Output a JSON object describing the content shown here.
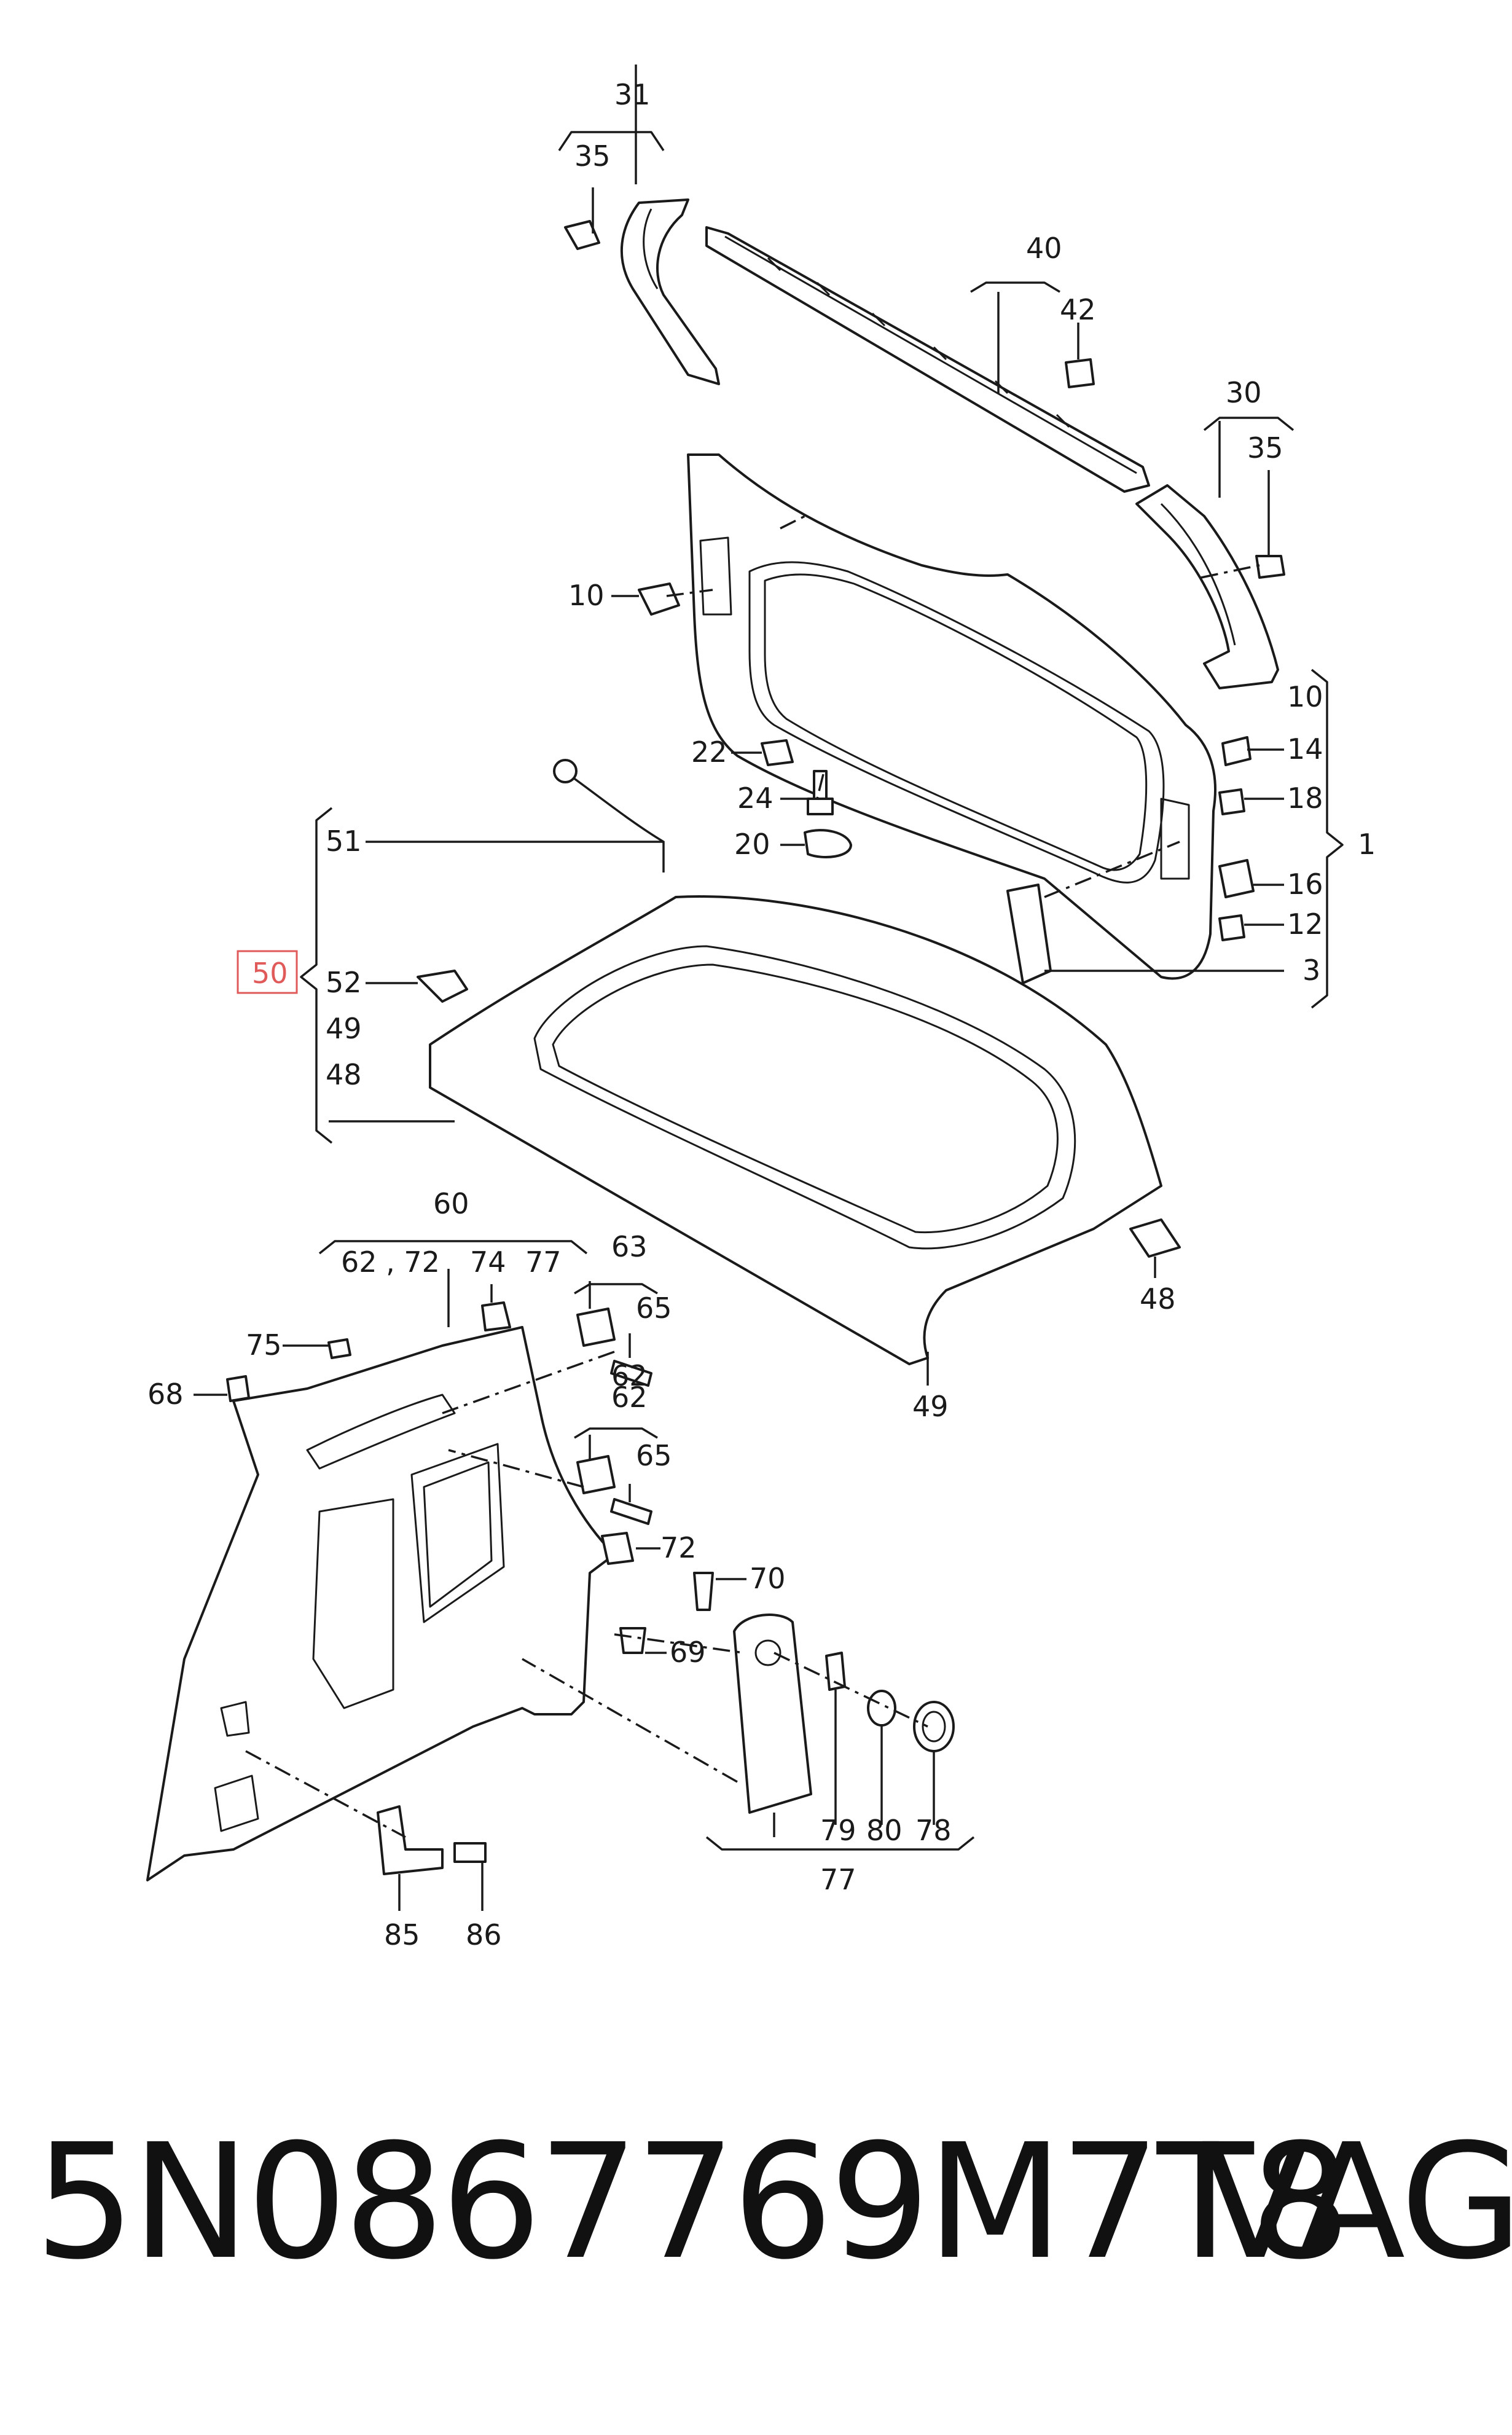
{
  "labels": {
    "l31": "31",
    "l35a": "35",
    "l40": "40",
    "l42": "42",
    "l30": "30",
    "l35b": "35",
    "l10a": "10",
    "l10b": "10",
    "l14": "14",
    "l18": "18",
    "l1": "1",
    "l16": "16",
    "l12": "12",
    "l3": "3",
    "l22": "22",
    "l24": "24",
    "l20": "20",
    "l51": "51",
    "l50": "50",
    "l52": "52",
    "l49a": "49",
    "l48a": "48",
    "l48b": "48",
    "l49b": "49",
    "l60": "60",
    "l62_72": "62 , 72",
    "l74": "74",
    "l77a": "77",
    "l63": "63",
    "l65a": "65",
    "l62a": "62",
    "l62b": "62",
    "l65b": "65",
    "l75": "75",
    "l68": "68",
    "l72": "72",
    "l70": "70",
    "l69": "69",
    "l79": "79",
    "l80": "80",
    "l78": "78",
    "l77b": "77",
    "l85": "85",
    "l86": "86"
  },
  "highlight": {
    "label": "l50",
    "color": "#e05a5a"
  },
  "footer": {
    "part_number": "5N0867769M7T8",
    "brand": "VAG"
  }
}
